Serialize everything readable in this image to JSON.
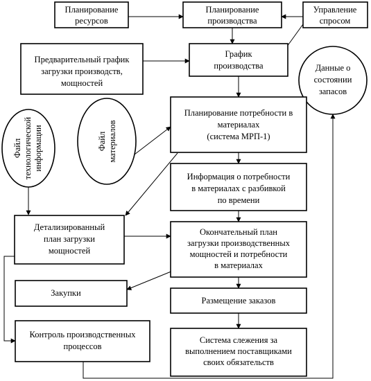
{
  "nodes": {
    "res": {
      "lines": [
        "Планирование",
        "ресурсов"
      ]
    },
    "prod": {
      "lines": [
        "Планирование",
        "производства"
      ]
    },
    "demand": {
      "lines": [
        "Управление",
        "спросом"
      ]
    },
    "prelim": {
      "lines": [
        "Предварительный график",
        "загрузки производств,",
        "мощностей"
      ]
    },
    "sched": {
      "lines": [
        "График",
        "производства"
      ]
    },
    "inv": {
      "lines": [
        "Данные о",
        "состоянии",
        "запасов"
      ]
    },
    "techfile": {
      "lines": [
        "Файл",
        "технологической",
        "информации"
      ]
    },
    "matfile": {
      "lines": [
        "Файл",
        "материалов"
      ]
    },
    "mrp": {
      "lines": [
        "Планирование потребности в",
        "материалах",
        "(система МРП-1)"
      ]
    },
    "info": {
      "lines": [
        "Информация о потребности",
        "в материалах с разбивкой",
        "по времени"
      ]
    },
    "detail": {
      "lines": [
        "Детализированный",
        "план загрузки",
        "мощностей"
      ]
    },
    "final": {
      "lines": [
        "Окончательный план",
        "загрузки производственных",
        "мощностей и потребности",
        "в материалах"
      ]
    },
    "purch": {
      "lines": [
        "Закупки"
      ]
    },
    "orders": {
      "lines": [
        "Размещение заказов"
      ]
    },
    "control": {
      "lines": [
        "Контроль производственных",
        "процессов"
      ]
    },
    "track": {
      "lines": [
        "Система слежения за",
        "выполнением поставщиками",
        "своих обязательств"
      ]
    }
  }
}
